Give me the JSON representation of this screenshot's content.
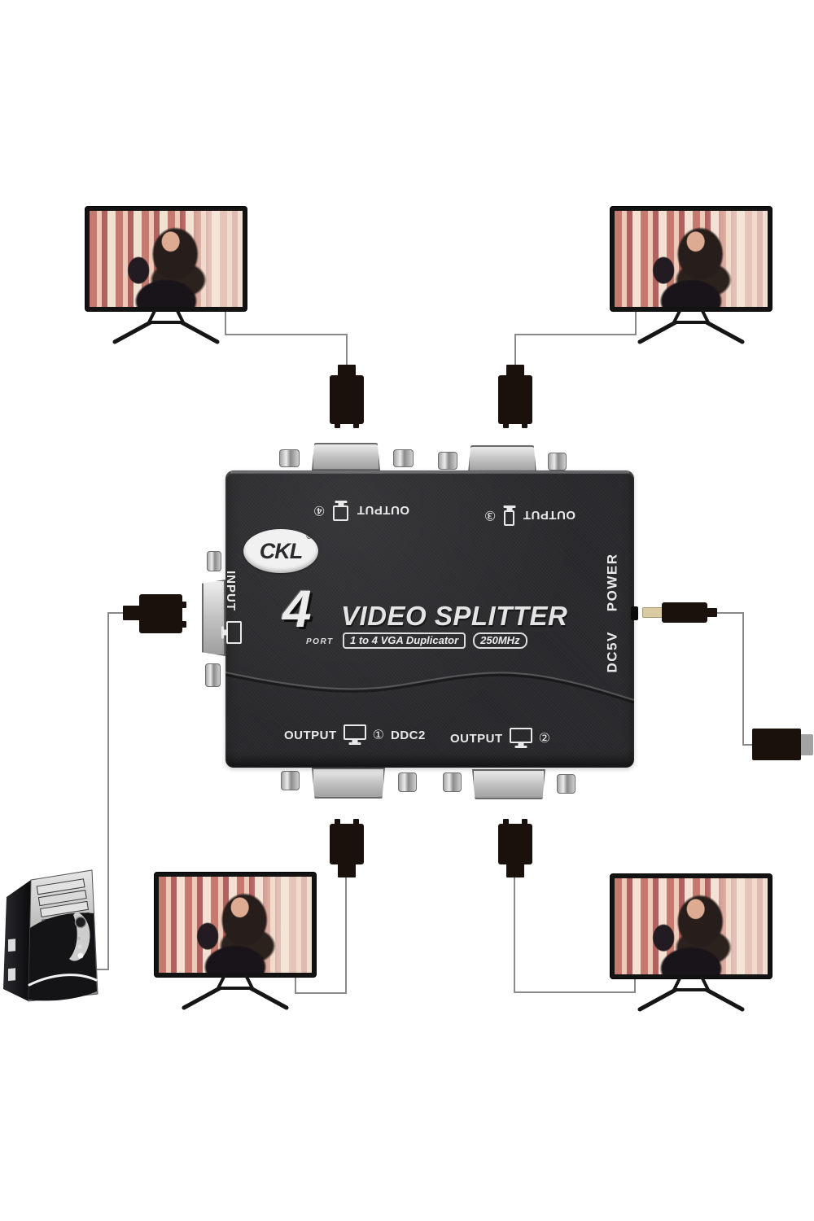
{
  "product": {
    "brand": "CKL",
    "registered_mark": "®",
    "port_count": "4",
    "port_word": "PORT",
    "title": "VIDEO SPLITTER",
    "duplicator_badge": "1 to 4 VGA Duplicator",
    "frequency_badge": "250MHz",
    "input_label": "INPUT",
    "dc_label": "DC5V",
    "power_label": "POWER",
    "output_word": "OUTPUT",
    "ddc_label": "DDC2",
    "output_numbers": {
      "top_left": "④",
      "top_right": "③",
      "bottom_left": "①",
      "bottom_right": "②"
    },
    "colors": {
      "device_body": "#29292c",
      "print": "#e9e9e9",
      "port_silver": "#cfcfcf",
      "cable": "#8a8a8a",
      "plug": "#1a110d",
      "power_tip": "#d9caa2"
    }
  },
  "diagram": {
    "displays": [
      "monitor-top-left",
      "monitor-top-right",
      "monitor-bottom-left",
      "monitor-bottom-right"
    ],
    "source_device": "pc-tower",
    "power_source": "power-adapter"
  }
}
